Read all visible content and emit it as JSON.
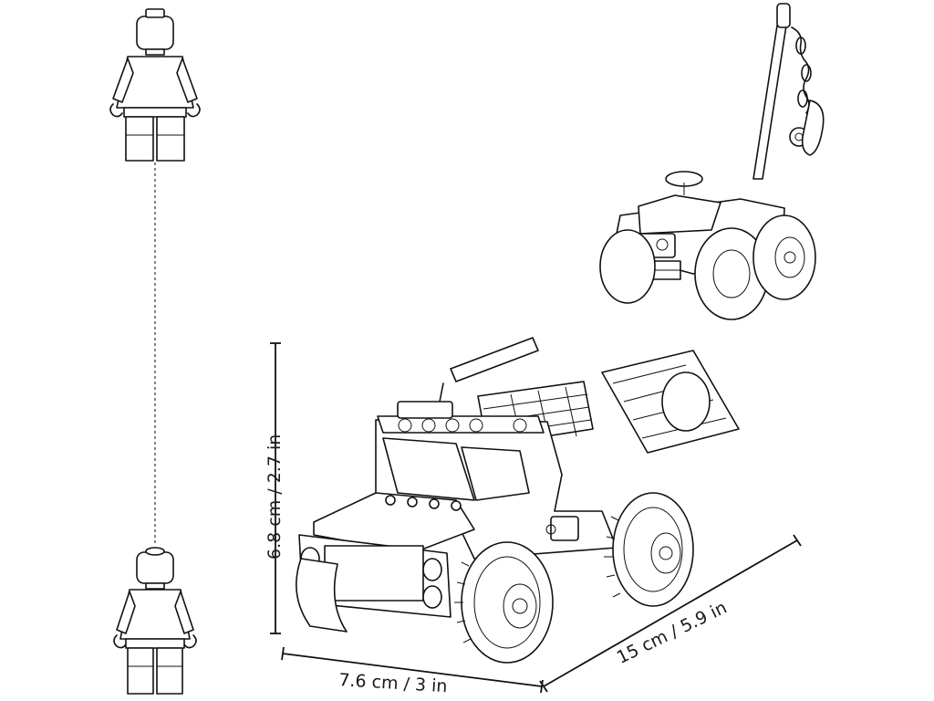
{
  "dimensions": {
    "width_label": "7.6 cm / 3 in",
    "length_label": "15 cm / 5.9 in",
    "height_label": "6.8 cm / 2.7 in"
  },
  "minifigure": {
    "icon": "minifigure-icon"
  },
  "vehicles": {
    "main": "off-road-truck-icon",
    "secondary": "tow-buggy-icon"
  },
  "colors": {
    "line": "#111111",
    "background": "#ffffff"
  }
}
